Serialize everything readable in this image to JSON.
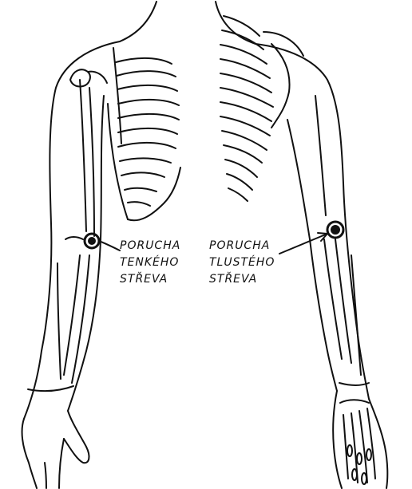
{
  "labels": {
    "small_intestine": [
      "PORUCHA",
      "TENKÉHO",
      "STŘEVA"
    ],
    "large_intestine": [
      "PORUCHA",
      "TLUSTÉHO",
      "STŘEVA"
    ]
  },
  "colors": {
    "ink": "#111111",
    "paper": "#ffffff"
  }
}
